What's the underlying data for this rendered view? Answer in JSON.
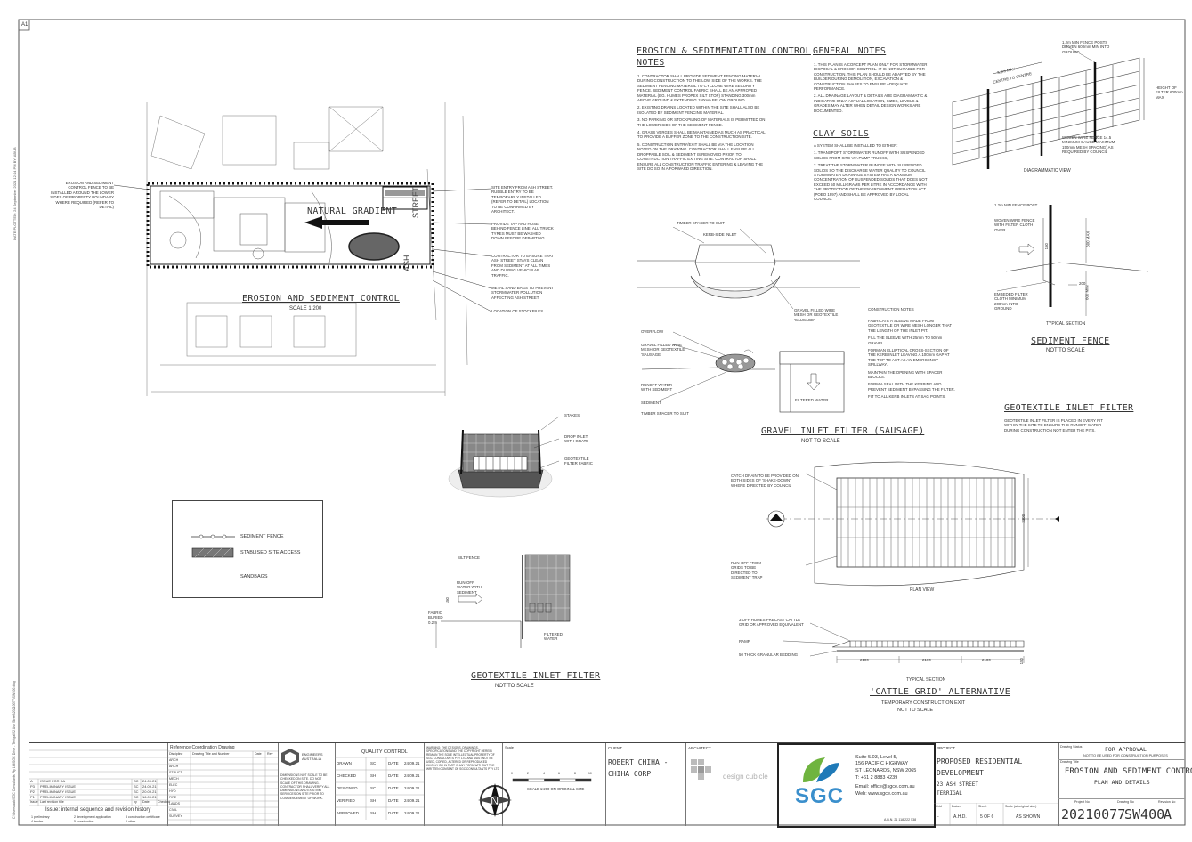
{
  "sheet_size": "A1",
  "side_stamp": "DATE PLOTTED: 24 September 2021 12:04 PM BY: ABUB",
  "side_path": "C:\\Users\\aab\\SGC Consultants Pty Ltd\\SGC Drive - Terrigal\\22 Ash Street\\20210077\\SW400.dwg",
  "plan": {
    "title": "EROSION AND SEDIMENT CONTROL",
    "scale": "SCALE 1:200",
    "gradient_label": "NATURAL GRADIENT",
    "street_label_1": "STREET",
    "street_label_2": "ASH",
    "callout_left": "EROSION AND SEDIMENT CONTROL FENCE TO BE INSTALLED AROUND THE LOWER SIDES OF PROPERTY BOUNDARY WHERE REQUIRED (REFER TO DETAIL)",
    "callouts_right": [
      "SITE ENTRY FROM ASH STREET. RUBBLE ENTRY TO BE TEMPORARILY INSTALLED (REFER TO DETAIL) LOCATION TO BE CONFIRMED BY ARCHITECT.",
      "PROVIDE TAP AND HOSE BEHIND FENCE LINE. ALL TRUCK TYRES MUST BE WASHED DOWN BEFORE DEPARTING.",
      "CONTRACTOR TO ENSURE THAT ASH STREET STAYS CLEAN FROM SEDIMENT AT ALL TIMES AND DURING VEHICULAR TRAFFIC.",
      "METAL SAND BAGS TO PREVENT STORMWATER POLLUTION AFFECTING ASH STREET.",
      "LOCATION OF STOCKPILES"
    ]
  },
  "legend": {
    "items": [
      "SEDIMENT FENCE",
      "STABLISED SITE ACCESS",
      "SANDBAGS"
    ]
  },
  "drop_inlet": {
    "labels": [
      "STAKES",
      "DROP INLET WITH GRATE",
      "GEOTEXTILE FILTER FABRIC"
    ]
  },
  "geotextile_left": {
    "title": "GEOTEXTILE INLET FILTER",
    "sub": "NOT TO SCALE",
    "labels": [
      "SILT FENCE",
      "RUN-OFF WATER WITH SEDIMENT",
      "FABRIC BURIED 0.2m",
      "FILTERED WATER"
    ],
    "dim": "150"
  },
  "esc_notes": {
    "title_1": "EROSION & SEDIMENTATION CONTROL",
    "title_2": "NOTES",
    "items": [
      "1. CONTRACTOR SHALL PROVIDE SEDIMENT FENCING MATERIAL DURING CONSTRUCTION TO THE LOW SIDE OF THE WORKS. THE SEDIMENT FENCING MATERIAL TO CYCLONE WIRE SECURITY FENCE. SEDIMENT CONTROL FABRIC SHALL BE AN APPROVED MATERIAL (EG. HUMES PROPEX SILT STOP) STANDING 300mm ABOVE GROUND & EXTENDING 150mm BELOW GROUND.",
      "2. EXISTING DRAINS LOCATED WITHIN THE SITE SHALL ALSO BE ISOLATED BY SEDIMENT FENCING MATERIAL.",
      "3. NO PARKING OR STOCKPILING OF MATERIALS IS PERMITTED ON THE LOWER SIDE OF THE SEDIMENT FENCE.",
      "4. GRASS VERGES SHALL BE MAINTAINED AS MUCH AS PRACTICAL TO PROVIDE A BUFFER ZONE TO THE CONSTRUCTION SITE.",
      "5. CONSTRUCTION ENTRY/EXIT SHALL BE VIA THE LOCATION NOTED ON THE DRAWING. CONTRACTOR SHALL ENSURE ALL DROPPABLE SOIL & SEDIMENT IS REMOVED PRIOR TO CONSTRUCTION TRAFFIC EXITING SITE. CONTRACTOR SHALL ENSURE ALL CONSTRUCTION TRAFFIC ENTERING & LEAVING THE SITE DO SO IN A FORWARD DIRECTION."
    ]
  },
  "general_notes": {
    "title": "GENERAL NOTES",
    "items": [
      "1. THIS PLAN IS A CONCEPT PLAN ONLY FOR STORMWATER DISPOSAL & EROSION CONTROL. IT IS NOT SUITABLE FOR CONSTRUCTION. THIS PLAN SHOULD BE ADAPTED BY THE BUILDER DURING DEMOLITION, EXCAVATION & CONSTRUCTION PHASES TO ENSURE ADEQUATE PERFORMANCE.",
      "2. ALL DRAINAGE LAYOUT & DETAILS ARE DIAGRAMMATIC & INDICATIVE ONLY. ACTUAL LOCATION, SIZES, LEVELS & GRADES MAY ALTER WHEN DETAIL DESIGN WORKS ARE DOCUMENTED."
    ]
  },
  "clay_soils": {
    "title": "CLAY SOILS",
    "items": [
      "A SYSTEM SHALL BE INSTALLED TO EITHER:",
      "1. TRANSPORT STORMWATER RUNOFF WITH SUSPENDED SOLIDS FROM SITE VIA PUMP TRUCKS,",
      "2. TREAT THE STORMWATER RUNOFF WITH SUSPENDED SOLIDS SO THE DISCHARGE WATER QUALITY TO COUNCIL STORMWATER DRAINAGE SYSTEM HAS A MAXIMUM CONCENTRATION OF SUSPENDED SOLIDS THAT DOES NOT EXCEED 50 MILLIGRAMS PER LITRE IN ACCORDANCE WITH THE PROTECTION OF THE ENVIRONMENT OPERATION ACT (POEO 1997) AND SHALL BE APPROVED BY LOCAL COUNCIL."
    ]
  },
  "fence_diagram": {
    "labels": [
      "1.2m MIN FENCE POSTS DRIVEN 600mm MIN INTO GROUND",
      "3.0m MAX",
      "CENTRE TO CENTRE",
      "HEIGHT OF FILTER 600mm MAX",
      "WOVEN WIRE FENCE 14.5 MINIMUM GAUGE MAXIMUM 150mm MESH SPACING) AS REQUIRED BY COUNCIL"
    ],
    "caption": "DIAGRAMMATIC VIEW"
  },
  "sediment_fence": {
    "labels": [
      "1.2m MIN FENCE POST",
      "WOVEN WIRE FENCE WITH FILTER CLOTH OVER",
      "EMBEDED FILTER CLOTH MINIMUM 200mm INTO GROUND"
    ],
    "dims": [
      "150",
      "600 MAX",
      "600 MIN",
      "200"
    ],
    "caption": "TYPICAL SECTION",
    "title": "SEDIMENT FENCE",
    "sub": "NOT TO SCALE"
  },
  "sausage": {
    "labels": [
      "TIMBER SPACER TO SUIT",
      "KERB-SIDE INLET",
      "GRAVEL FILLED WIRE MESH OR GEOTEXTILE 'SAUSAGE'",
      "OVERFLOW",
      "GRAVEL FILLED WIRE MESH OR GEOTEXTILE 'SAUSAGE'",
      "RUNOFF WATER WITH SEDIMENT",
      "SEDIMENT",
      "TIMBER SPACER TO SUIT",
      "FILTERED WATER"
    ],
    "title": "GRAVEL INLET FILTER (SAUSAGE)",
    "sub": "NOT TO SCALE"
  },
  "construction_notes": {
    "title": "CONSTRUCTION NOTES",
    "items": [
      "FABRICATE A SLEEVE MADE FROM GEOTEXTILE OR WIRE MESH LONGER THAT THE LENGTH OF THE INLET PIT.",
      "FILL THE SLEEVE WITH 25mm TO 50mm GRAVEL.",
      "FORM AN ELLIPTICAL CROSS-SECTION OF THE KERB INLET LEAVING A 100mm GAP AT THE TOP TO ACT AS AN EMERGENCY SPILLWAY.",
      "MAINTAIN THE OPENING WITH SPACER BLOCKS.",
      "FORM A SEAL WITH THE KERBING AND PREVENT SEDIMENT BYPASSING THE FILTER.",
      "FIT TO ALL KERB INLETS AT SAG POINTS."
    ]
  },
  "geotextile_right": {
    "title": "GEOTEXTILE INLET FILTER",
    "text": "GEOTEXTILE INLET FILTER IS PLACED IN EVERY PIT WITHIN THE SITE TO ENSURE THE RUNOFF WATER DURING CONSTRUCTION NOT ENTER THE PITS."
  },
  "cattle_grid": {
    "labels": [
      "CATCH DRAIN TO BE PROVIDED ON BOTH SIDES OF 'SHAKE-DOWN' WHERE DIRECTED BY COUNCIL",
      "RUN-OFF FROM GRIDS TO BE DIRECTED TO SEDIMENT TRAP",
      "3 OFF HUMES PRECAST CATTLE GRID OR APPROVED EQUIVALENT",
      "RAMP",
      "50 THICK GRANULAR BEDDING"
    ],
    "plan_caption": "PLAN VIEW",
    "section_caption": "TYPICAL SECTION",
    "dims": [
      "2100",
      "2100",
      "2100",
      "3300",
      "150"
    ],
    "title": "'CATTLE GRID' ALTERNATIVE",
    "sub_1": "TEMPORARY CONSTRUCTION EXIT",
    "sub_2": "NOT TO SCALE"
  },
  "title_block": {
    "issue_title": "Issue: internal sequence and revision history",
    "revisions": [
      {
        "rev": "A",
        "desc": "ISSUE FOR DA",
        "by": "SC",
        "date": "24.09.21"
      },
      {
        "rev": "P3",
        "desc": "PRELIMINARY ISSUE",
        "by": "SC",
        "date": "24.09.21"
      },
      {
        "rev": "P2",
        "desc": "PRELIMINARY ISSUE",
        "by": "SC",
        "date": "20.09.21"
      },
      {
        "rev": "P1",
        "desc": "PRELIMINARY ISSUE",
        "by": "SC",
        "date": "16.09.21"
      }
    ],
    "rev_header": [
      "Issue",
      "Last revision title",
      "by",
      "Date",
      "Checked"
    ],
    "issue_codes": [
      "1 preliminary",
      "2 development application",
      "3 construction certificate",
      "4 tender",
      "5 construction",
      "6 other"
    ],
    "ref_title": "Reference Coordination Drawing",
    "ref_headers": [
      "Discipline",
      "Drawing Title and Number",
      "Date",
      "Rev"
    ],
    "ref_disciplines": [
      "ARCH",
      "ARCH",
      "STRUCT",
      "MECH",
      "ELEC",
      "HYD",
      "FIRE",
      "LANDS",
      "CIVIL",
      "SURVEY"
    ],
    "ea_text": "ENGINEERS AUSTRALIA",
    "disclaimer_1": "DIMENSIONS NOT SCALE TO BE CHECKED ON SITE. DO NOT SCALE OF THIS DRAWING. CONTRACTOR SHALL VERIFY ALL DIMENSIONS AND EXISTING SERVICES ON SITE PRIOR TO COMMENCEMENT OF WORK.",
    "qc_title": "QUALITY CONTROL",
    "qc_rows": [
      {
        "role": "DRAWN",
        "by": "SC",
        "date": "24.09.21"
      },
      {
        "role": "CHECKED",
        "by": "SH",
        "date": "24.09.21"
      },
      {
        "role": "DESIGNED",
        "by": "SC",
        "date": "24.09.21"
      },
      {
        "role": "VERIFIED",
        "by": "SH",
        "date": "24.09.21"
      },
      {
        "role": "APPROVED",
        "by": "SH",
        "date": "24.09.21"
      }
    ],
    "date_label": "DATE",
    "copyright": "WARNING: THE DESIGNS, DRAWINGS, SPECIFICATIONS AND THE COPYRIGHT HEREIN REMAIN THE SOLE INTELLECTUAL PROPERTY OF SGC CONSULTANTS PTY LTD AND MUST NOT BE USED, COPIED, ALTERED OR REPRODUCED WHOLLY OR IN PART IN ANY FORM WITHOUT THE WRITTEN CONSENT OF SGC CONSULTANTS PTY LTD",
    "scale_label": "Scale",
    "scale_bar": "SCALE 1:200 ON ORIGINAL SIZE",
    "scale_ticks": [
      "0",
      "2",
      "4",
      "6",
      "8",
      "10"
    ],
    "client_label": "CLIENT",
    "client_1": "ROBERT CHIHA -",
    "client_2": "CHIHA CORP",
    "architect_label": "ARCHITECT",
    "architect_name": "design cubicle",
    "sgc_logo": "SGC",
    "sgc_address": [
      "Suite 5.03, Level 5,",
      "156 PACIFIC HIGHWAY",
      "ST LEONARDS, NSW 2065",
      "T: +61 2 8883 4239",
      "Email: office@sgce.com.au",
      "Web: www.sgce.com.au"
    ],
    "abn": "A.B.N. 21 118 222 538",
    "project_label": "PROJECT",
    "project_1": "PROPOSED RESIDENTIAL",
    "project_2": "DEVELOPMENT",
    "address_1": "23 ASH STREET",
    "address_2": "TERRIGAL",
    "meta_labels": [
      "Grid",
      "Datum",
      "Sheet",
      "Scale (at original size)"
    ],
    "meta_values": [
      "-",
      "A.H.D.",
      "5 OF 6",
      "AS SHOWN"
    ],
    "status_label": "Drawing Status",
    "status_1": "FOR APPROVAL",
    "status_2": "NOT TO BE USED FOR CONSTRUCTION PURPOSES",
    "drawing_title_label": "Drawing Title",
    "drawing_title_1": "EROSION AND SEDIMENT CONTROL",
    "drawing_title_2": "PLAN AND DETAILS",
    "project_no_label": "Project No",
    "drawing_no_label": "Drawing No",
    "revision_label": "Revision No",
    "project_no": "20210077",
    "drawing_no": "SW400",
    "revision": "A"
  }
}
